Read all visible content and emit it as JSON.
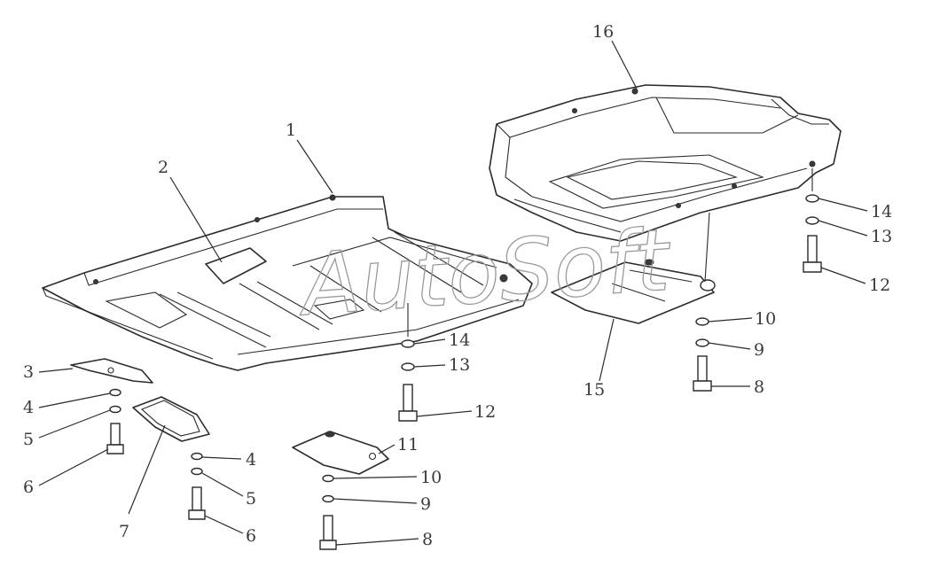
{
  "watermark": "AutoSoft",
  "callouts": {
    "c1": "1",
    "c2": "2",
    "c3": "3",
    "c4a": "4",
    "c4b": "4",
    "c5a": "5",
    "c5b": "5",
    "c6a": "6",
    "c6b": "6",
    "c7": "7",
    "c8a": "8",
    "c8b": "8",
    "c9a": "9",
    "c9b": "9",
    "c10a": "10",
    "c10b": "10",
    "c11": "11",
    "c12a": "12",
    "c12b": "12",
    "c13a": "13",
    "c13b": "13",
    "c14a": "14",
    "c14b": "14",
    "c15": "15",
    "c16": "16"
  }
}
